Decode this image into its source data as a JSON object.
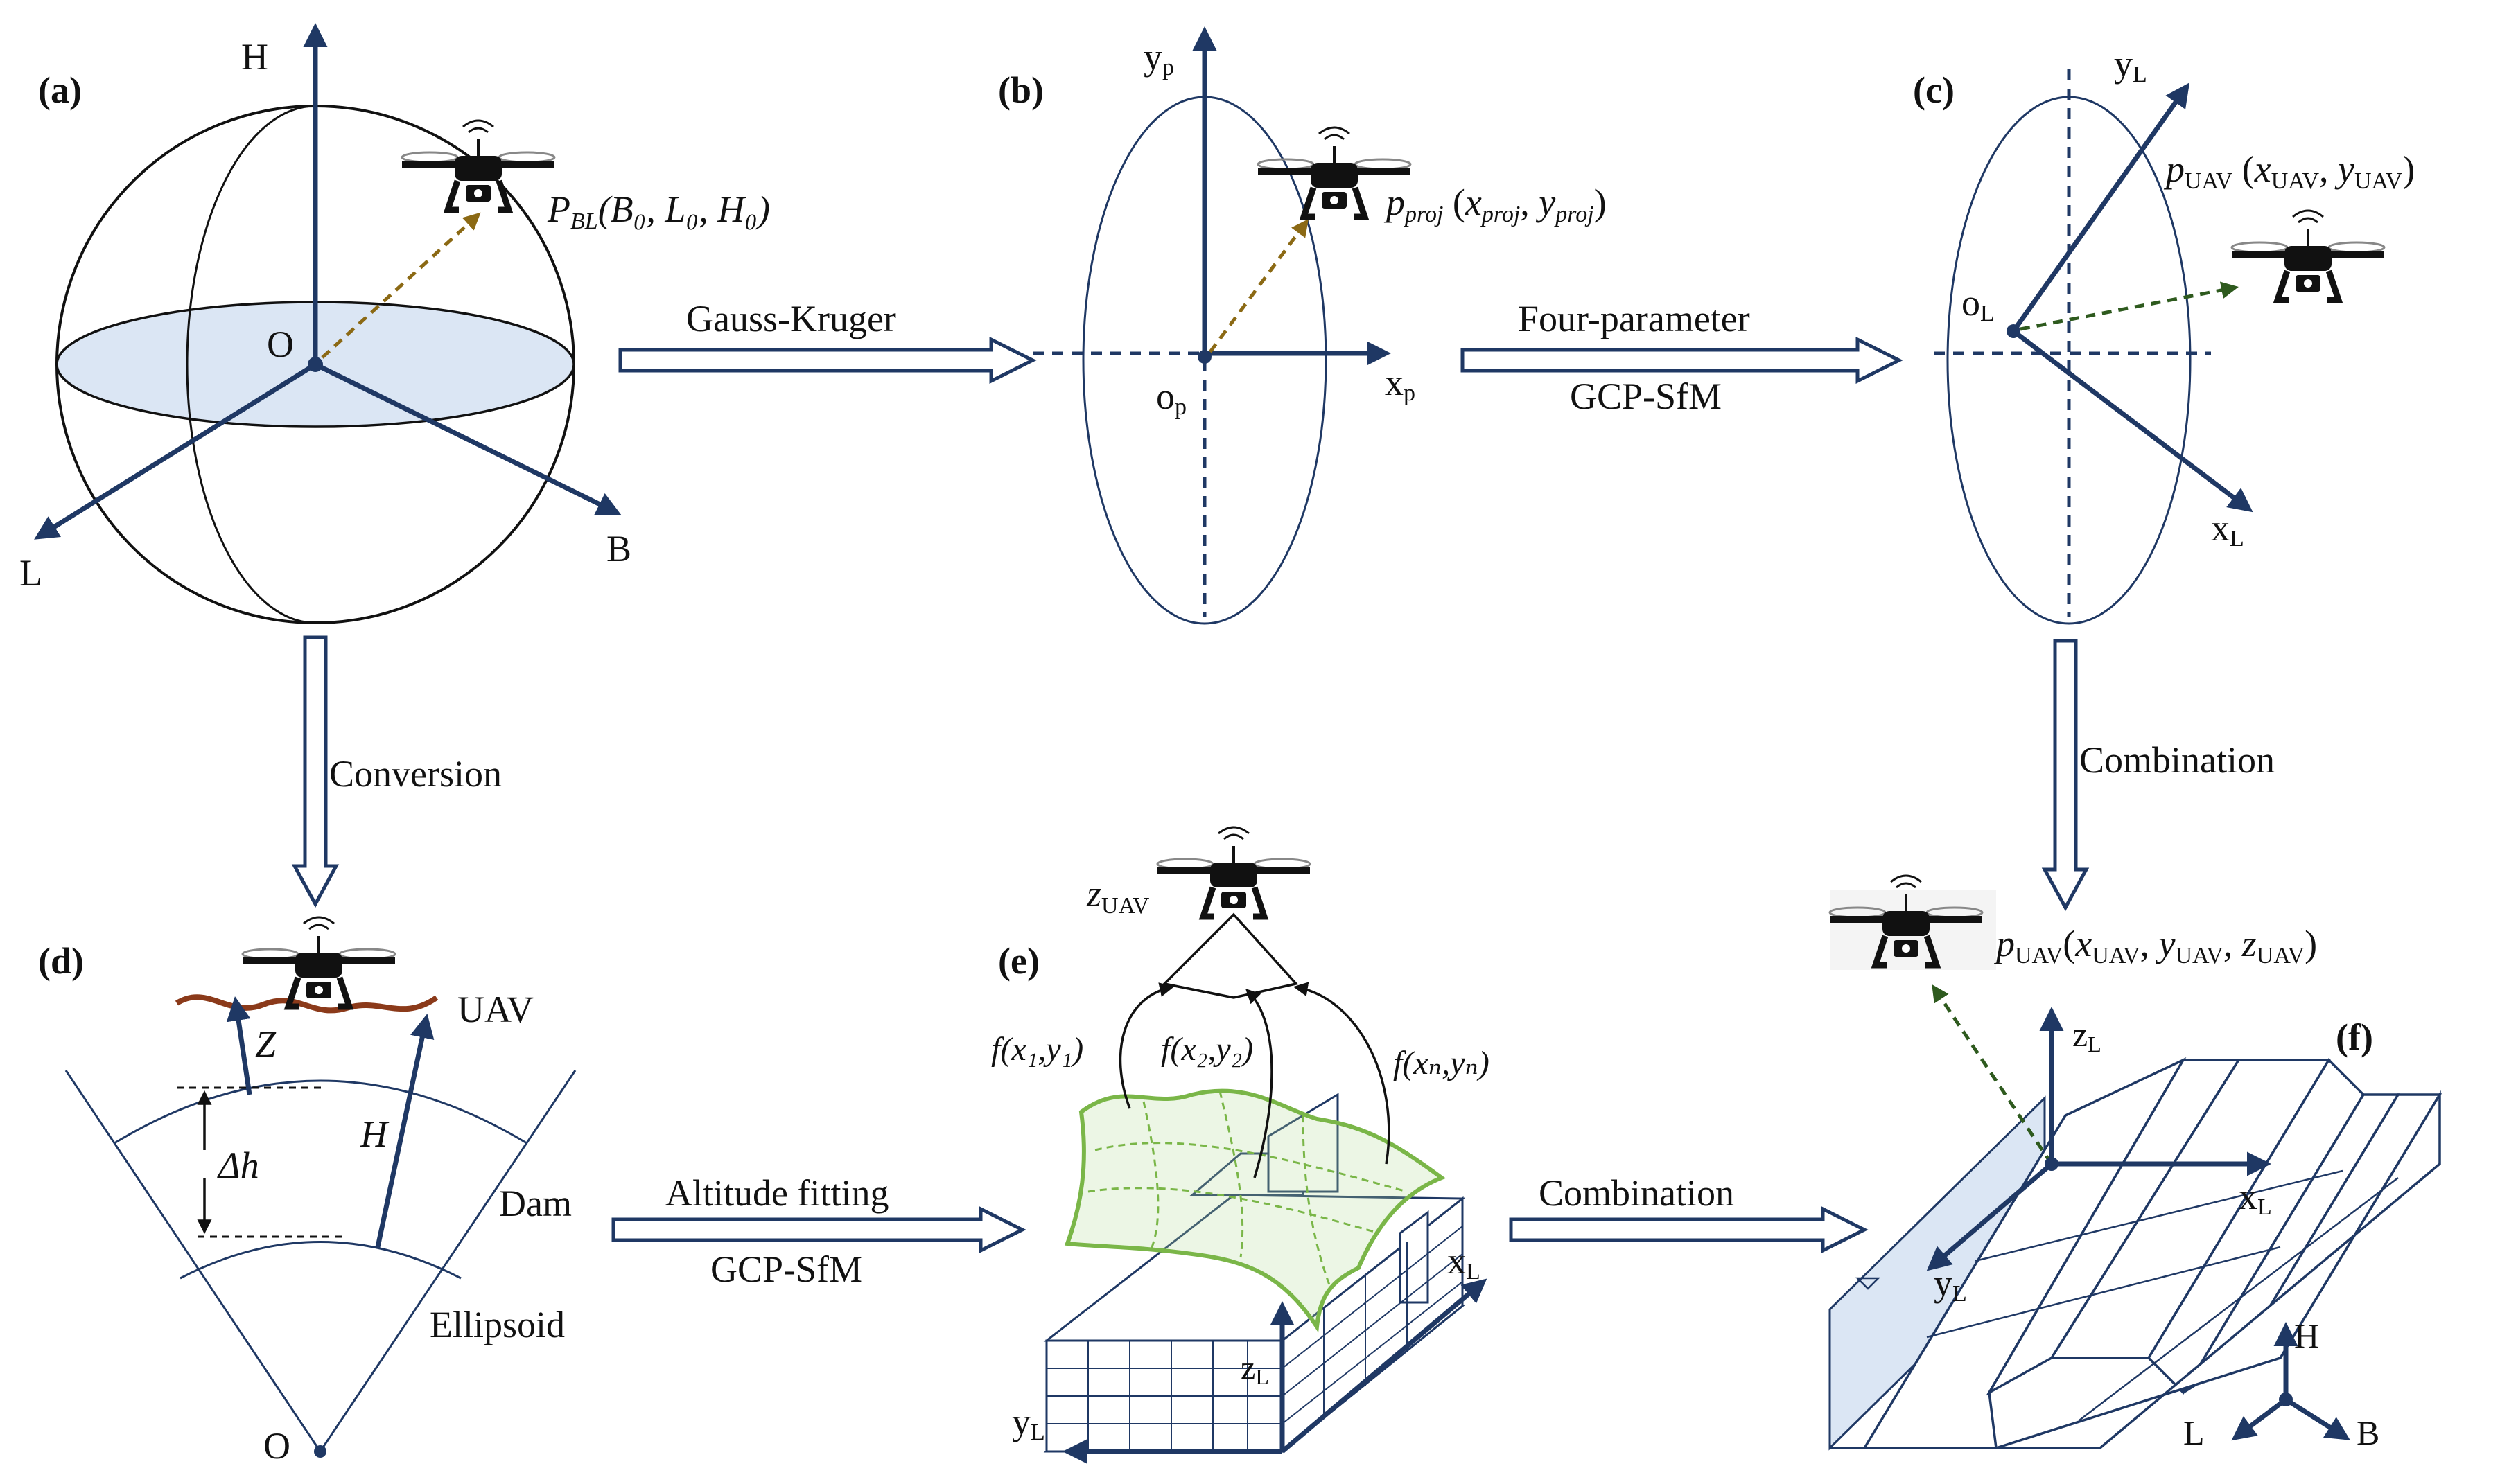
{
  "panels": {
    "a": {
      "label": "(a)",
      "axis_h": "H",
      "axis_l": "L",
      "axis_b": "B",
      "origin": "O",
      "point": "P",
      "point_sub": "BL",
      "point_coords": "(B₀, L₀, H₀)"
    },
    "b": {
      "label": "(b)",
      "axis_y": "y",
      "axis_y_sub": "p",
      "axis_x": "x",
      "axis_x_sub": "p",
      "origin": "o",
      "origin_sub": "p",
      "point": "p",
      "point_sub": "proj",
      "point_coords_open": "(",
      "px": "x",
      "px_sub": "proj",
      "sep": ", ",
      "py": "y",
      "py_sub": "proj",
      "close": ")"
    },
    "c": {
      "label": "(c)",
      "axis_y": "y",
      "axis_y_sub": "L",
      "axis_x": "x",
      "axis_x_sub": "L",
      "origin": "o",
      "origin_sub": "L",
      "point": "p",
      "point_sub": "UAV",
      "px": "x",
      "px_sub": "UAV",
      "py": "y",
      "py_sub": "UAV"
    },
    "d": {
      "label": "(d)",
      "curve_label": "UAV",
      "z": "Z",
      "h": "H",
      "dh": "Δh",
      "dam": "Dam",
      "ellipsoid": "Ellipsoid",
      "origin": "O"
    },
    "e": {
      "label": "(e)",
      "z": "z",
      "z_sub": "UAV",
      "f1": "f(x₁,y₁)",
      "f2": "f(x₂,y₂)",
      "fn": "f(xₙ,yₙ)",
      "axis_x": "x",
      "axis_x_sub": "L",
      "axis_y": "y",
      "axis_y_sub": "L",
      "axis_z": "z",
      "axis_z_sub": "L"
    },
    "f": {
      "label": "(f)",
      "point": "p",
      "point_sub": "UAV",
      "px": "x",
      "px_sub": "UAV",
      "py": "y",
      "py_sub": "UAV",
      "pz": "z",
      "pz_sub": "UAV",
      "axis_x": "x",
      "axis_x_sub": "L",
      "axis_y": "y",
      "axis_y_sub": "L",
      "axis_z": "z",
      "axis_z_sub": "L",
      "small_h": "H",
      "small_l": "L",
      "small_b": "B"
    }
  },
  "arrows": {
    "a_to_b": "Gauss-Kruger",
    "b_to_c_top": "Four-parameter",
    "b_to_c_bottom": "GCP-SfM",
    "a_to_d": "Conversion",
    "c_to_f": "Combination",
    "d_to_e_top": "Altitude fitting",
    "d_to_e_bottom": "GCP-SfM",
    "e_to_f": "Combination"
  },
  "colors": {
    "axis": "#1f3864",
    "equator_fill": "#dbe6f4",
    "vector_gold": "#8b6914",
    "vector_green": "#2e5a1e",
    "curve_brown": "#8b3a1a",
    "surface_green": "#7ab648"
  }
}
